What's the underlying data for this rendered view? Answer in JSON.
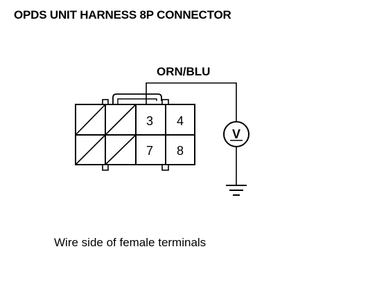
{
  "title": "OPDS UNIT HARNESS 8P CONNECTOR",
  "wire_color": "ORN/BLU",
  "caption": "Wire side of female terminals",
  "connector": {
    "terminals_top": [
      "3",
      "4"
    ],
    "terminals_bottom": [
      "7",
      "8"
    ]
  },
  "meter": {
    "symbol": "V",
    "icon": "voltmeter-icon"
  },
  "ground": {
    "icon": "ground-icon"
  }
}
